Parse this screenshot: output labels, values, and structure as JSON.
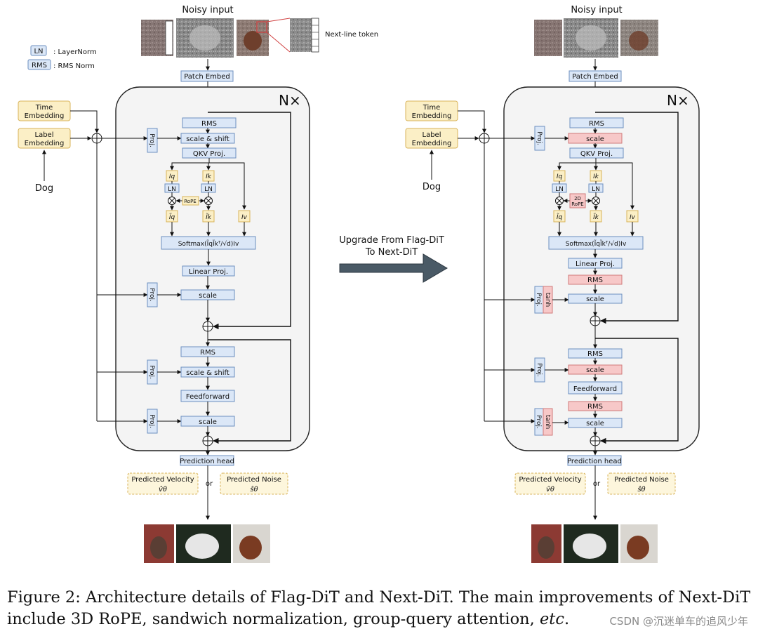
{
  "legend": {
    "ln_key": "LN",
    "ln_desc": ": LayerNorm",
    "rms_key": "RMS",
    "rms_desc": ": RMS Norm"
  },
  "left": {
    "noisy_input": "Noisy input",
    "next_line_token": "Next-line token",
    "patch_embed": "Patch Embed",
    "n_times": "N×",
    "time_embedding": [
      "Time",
      "Embedding"
    ],
    "label_embedding": [
      "Label",
      "Embedding"
    ],
    "dog": "Dog",
    "proj": "Proj.",
    "rms": "RMS",
    "scale_shift": "scale & shift",
    "qkv_proj": "QKV Proj.",
    "iq": "Iq",
    "ik": "Ik",
    "iv": "Iv",
    "ln": "LN",
    "rope": "RoPE",
    "iq_tilde": "Ĩq",
    "ik_tilde": "Ĩk",
    "softmax": "Softmax(ĨqĨkᵀ/√d)Iv",
    "linear_proj": "Linear Proj.",
    "scale": "scale",
    "rms_2": "RMS",
    "scale_shift_2": "scale & shift",
    "feedforward": "Feedforward",
    "scale_2": "scale",
    "prediction_head": "Prediction head",
    "pred_velocity": [
      "Predicted Velocity",
      "v̂θ"
    ],
    "or": "or",
    "pred_noise": [
      "Predicted Noise",
      "ŝθ"
    ]
  },
  "middle": {
    "upgrade_text": [
      "Upgrade From Flag-DiT",
      "To Next-DiT"
    ]
  },
  "right": {
    "noisy_input": "Noisy input",
    "patch_embed": "Patch Embed",
    "n_times": "N×",
    "time_embedding": [
      "Time",
      "Embedding"
    ],
    "label_embedding": [
      "Label",
      "Embedding"
    ],
    "dog": "Dog",
    "proj": "Proj.",
    "tanh": "tanh",
    "rms": "RMS",
    "scale": "scale",
    "qkv_proj": "QKV Proj.",
    "iq": "Iq",
    "ik": "Ik",
    "iv": "Iv",
    "ln": "LN",
    "rope_2d": [
      "2D",
      "RoPE"
    ],
    "iq_tilde": "Ĩq",
    "ik_tilde": "Ĩk",
    "softmax": "Softmax(ĨqĨkᵀ/√d)Iv",
    "linear_proj": "Linear Proj.",
    "rms_post_attn": "RMS",
    "scale_attn": "scale",
    "rms_pre_ffn": "RMS",
    "scale_pre_ffn": "scale",
    "feedforward": "Feedforward",
    "rms_post_ffn": "RMS",
    "scale_ffn": "scale",
    "prediction_head": "Prediction head",
    "pred_velocity": [
      "Predicted Velocity",
      "v̂θ"
    ],
    "or": "or",
    "pred_noise": [
      "Predicted Noise",
      "ŝθ"
    ]
  },
  "caption": {
    "text": "Figure 2:  Architecture details of Flag-DiT and Next-DiT. The main improvements of Next-DiT include 3D RoPE, sandwich normalization, group-query attention, ",
    "etc": "etc",
    "end": "."
  },
  "watermark": "CSDN @沉迷单车的追风少年",
  "colors": {
    "blue_fill": "#dbe7f7",
    "blue_stroke": "#6d8fbf",
    "yellow_fill": "#fbefc6",
    "yellow_stroke": "#d8b35a",
    "pink_fill": "#f7c8c8",
    "pink_stroke": "#d07a7a",
    "panel_fill": "#f4f4f4",
    "arrow_fill": "#4a5a66"
  }
}
